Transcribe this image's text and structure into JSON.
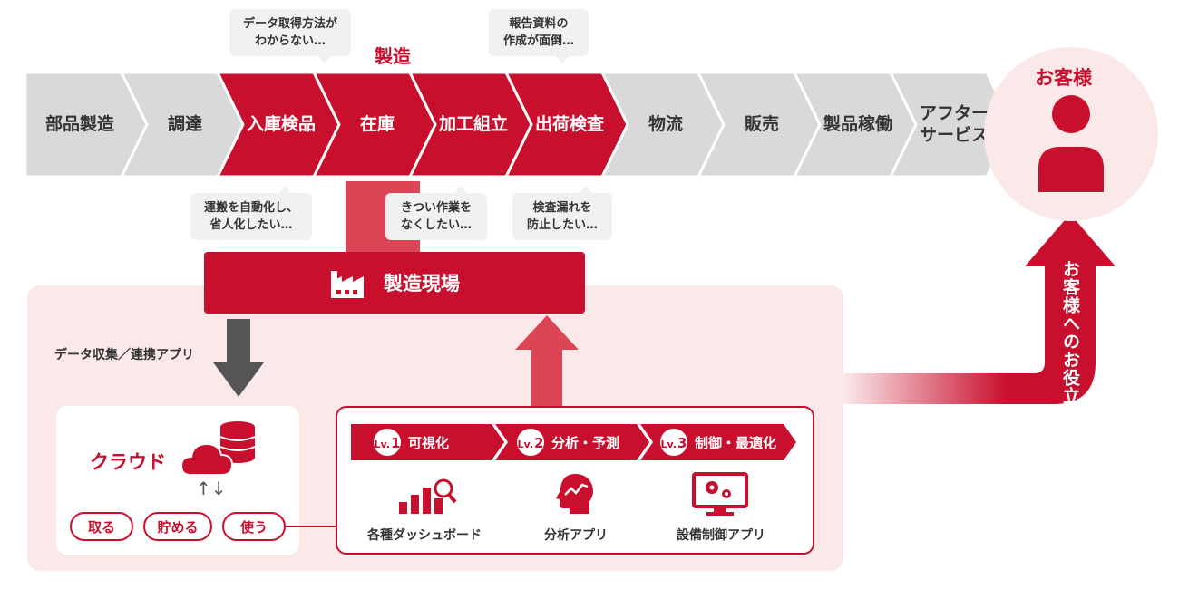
{
  "process_chain": [
    {
      "label": "部品製造",
      "style": "grey"
    },
    {
      "label": "調達",
      "style": "grey"
    },
    {
      "label": "入庫検品",
      "style": "red"
    },
    {
      "label": "在庫",
      "style": "red"
    },
    {
      "label": "加工組立",
      "style": "red"
    },
    {
      "label": "出荷検査",
      "style": "red"
    },
    {
      "label": "物流",
      "style": "grey"
    },
    {
      "label": "販売",
      "style": "grey"
    },
    {
      "label": "製品稼働",
      "style": "grey"
    },
    {
      "label": "アフター\nサービス",
      "style": "grey"
    }
  ],
  "manufacturing_label": "製造",
  "bubbles_top": [
    {
      "text": "データ取得方法が\nわからない…"
    },
    {
      "text": "報告資料の\n作成が面倒…"
    }
  ],
  "bubbles_bottom": [
    {
      "text": "運搬を自動化し、\n省人化したい…"
    },
    {
      "text": "きつい作業を\nなくしたい…"
    },
    {
      "text": "検査漏れを\n防止したい…"
    }
  ],
  "factory": {
    "label": "製造現場",
    "icon": "factory-icon"
  },
  "data_collection_label": "データ収集／連携アプリ",
  "cloud": {
    "label": "クラウド",
    "icon": "cloud-database-icon",
    "arrows": "↑↓",
    "actions": [
      "取る",
      "貯める",
      "使う"
    ]
  },
  "levels": [
    {
      "badge_prefix": "Lv.",
      "number": "1",
      "label": "可視化",
      "app_label": "各種ダッシュボード",
      "icon": "bar-chart-magnifier-icon"
    },
    {
      "badge_prefix": "Lv.",
      "number": "2",
      "label": "分析・予測",
      "app_label": "分析アプリ",
      "icon": "head-analysis-icon"
    },
    {
      "badge_prefix": "Lv.",
      "number": "3",
      "label": "制御・最適化",
      "app_label": "設備制御アプリ",
      "icon": "monitor-gears-icon"
    }
  ],
  "customer": {
    "label": "お客様",
    "icon": "person-icon"
  },
  "benefit_label": "お客様へのお役立ち",
  "colors": {
    "accent": "#c8102e",
    "accent_light": "#dc4556",
    "grey": "#d9d9d9",
    "panel": "#fbe9ea"
  }
}
